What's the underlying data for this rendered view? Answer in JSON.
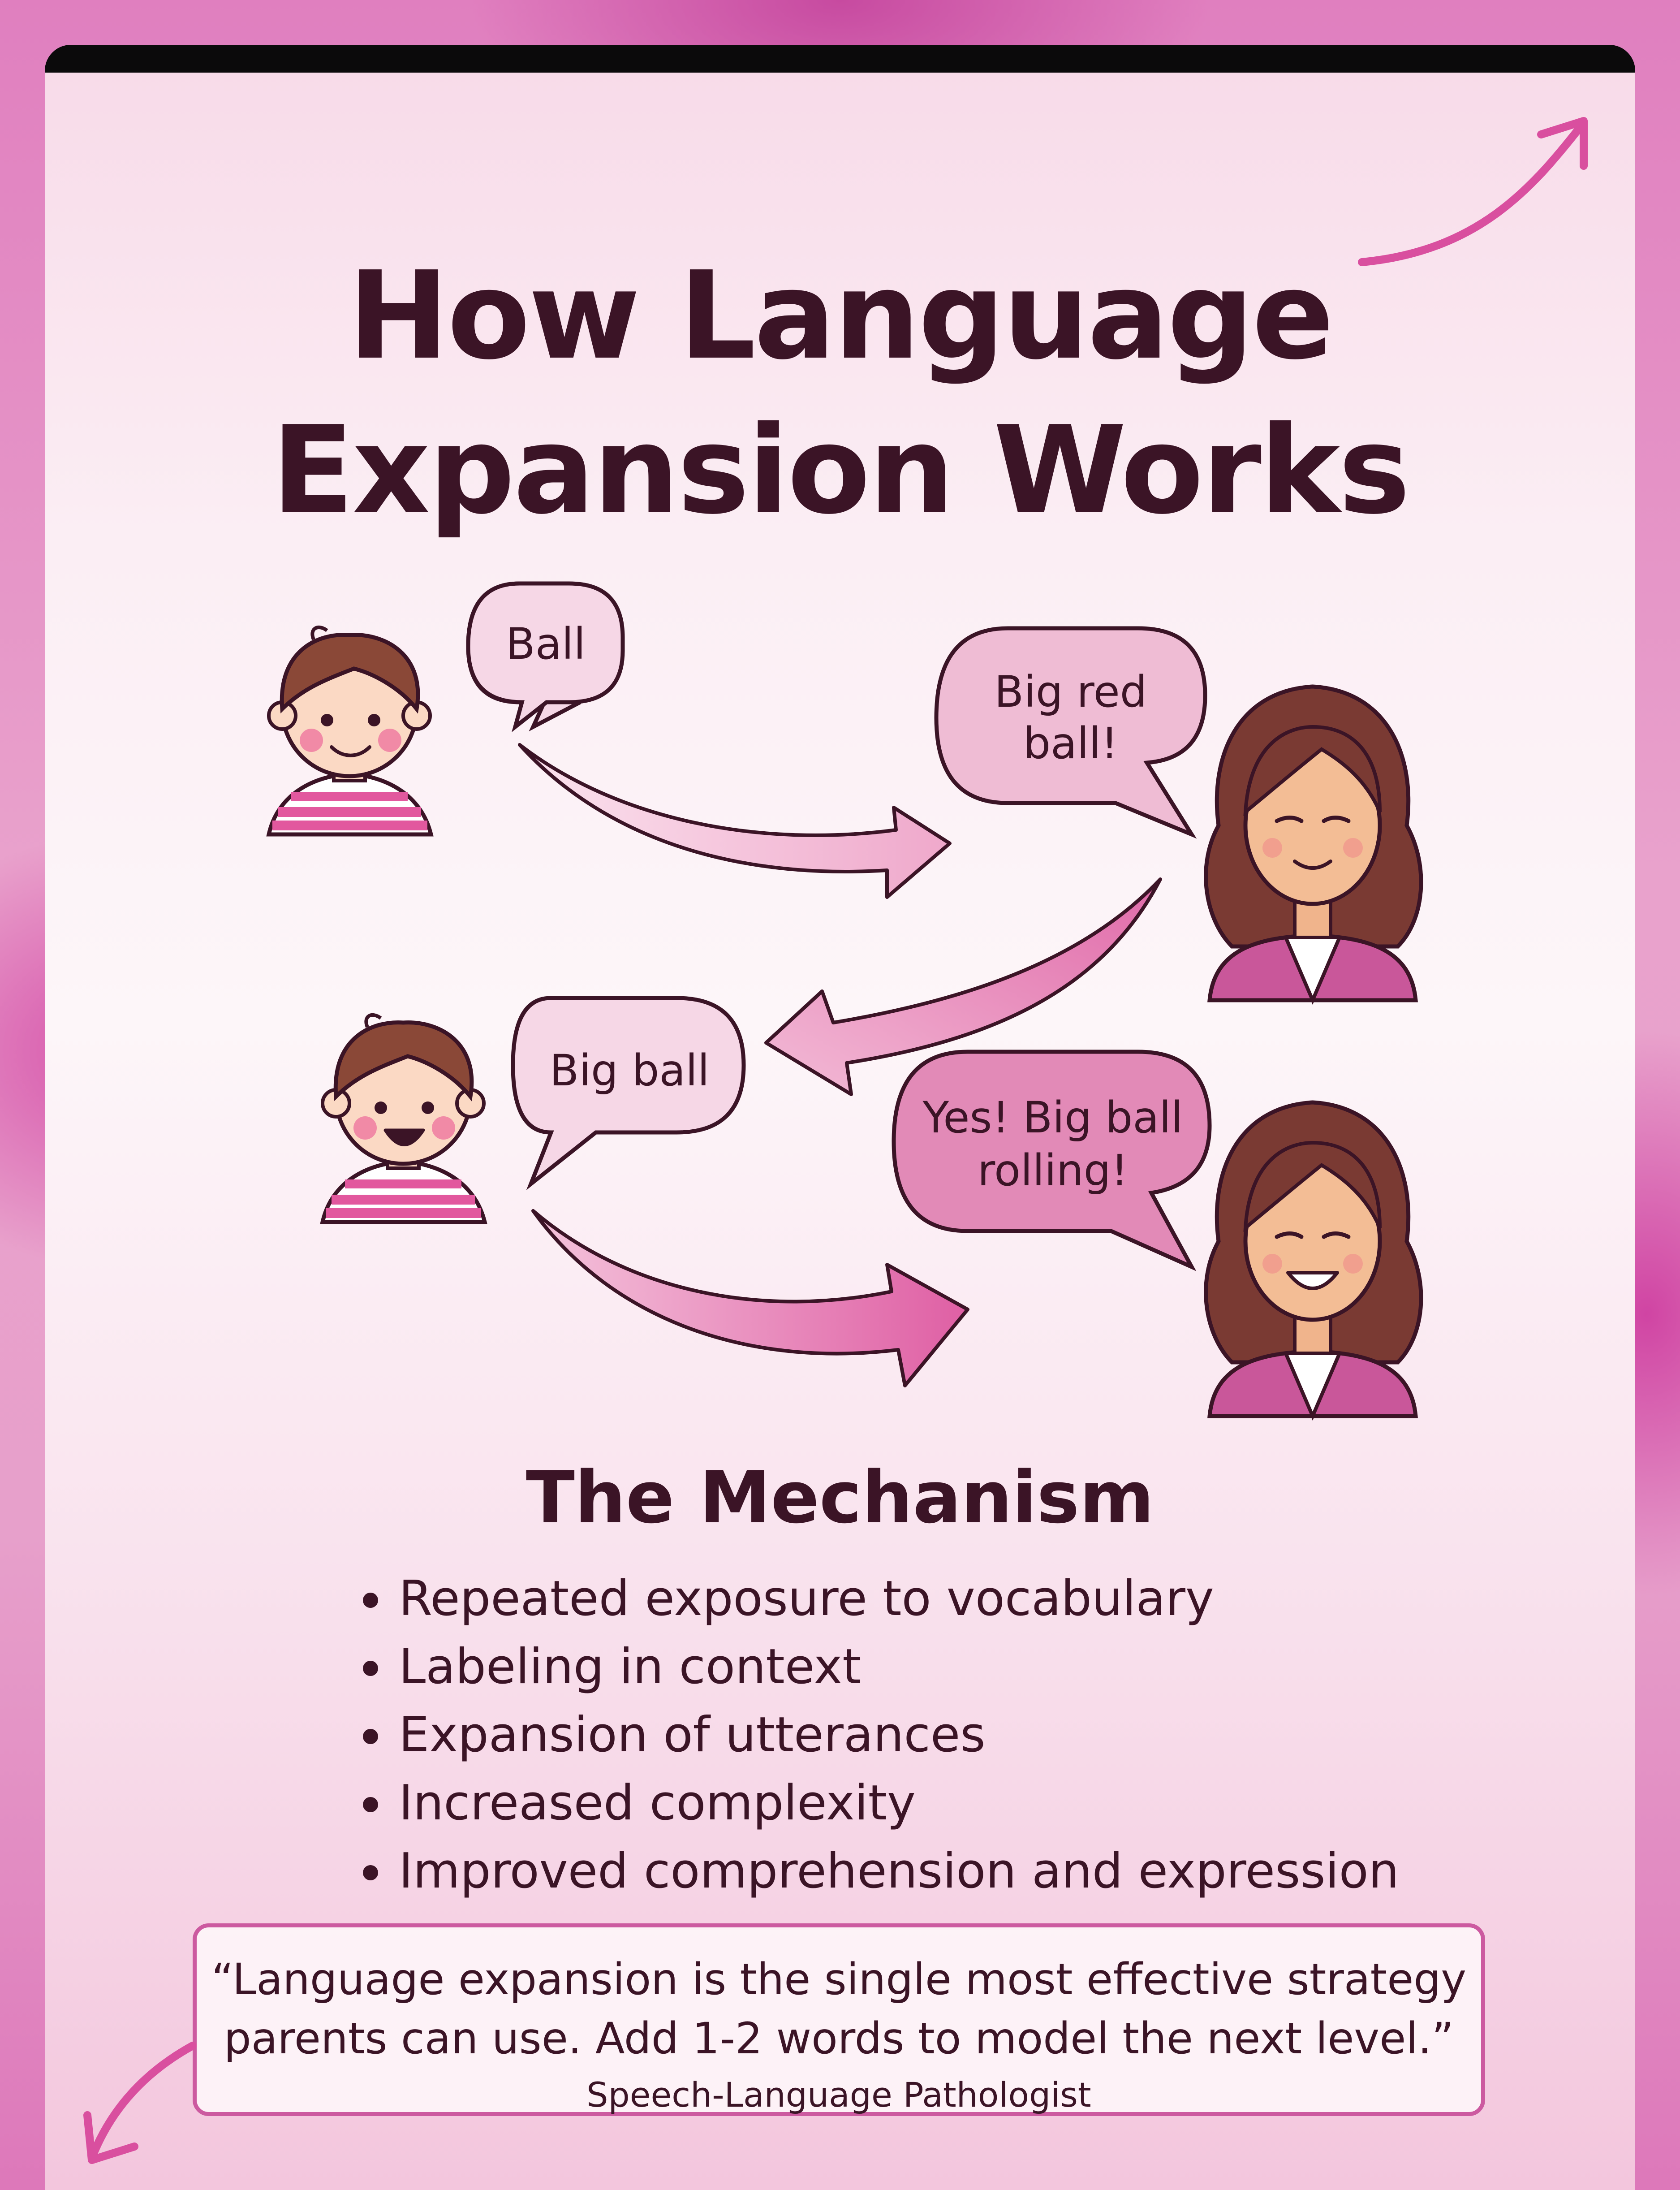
{
  "title": {
    "line1": "How Language",
    "line2": "Expansion Works"
  },
  "dialogue": {
    "child_1": "Ball",
    "adult_1_line1": "Big red",
    "adult_1_line2": "ball!",
    "child_2": "Big ball",
    "adult_2_line1": "Yes! Big ball",
    "adult_2_line2": "rolling!"
  },
  "mechanism": {
    "heading": "The Mechanism",
    "items": [
      "Repeated exposure to vocabulary",
      "Labeling in context",
      "Expansion of utterances",
      "Increased complexity",
      "Improved comprehension and expression"
    ]
  },
  "quote": {
    "line1": "“Language expansion is the single most effective strategy",
    "line2": "parents can use. Add 1-2 words to model the next level.”",
    "attribution": "Speech-Language Pathologist"
  },
  "colors": {
    "ink": "#3b1426",
    "accent_pink": "#d6579f",
    "bubble_light": "#f6d7e6",
    "bubble_medium": "#ebabc9",
    "bubble_dark": "#e28ab7"
  }
}
